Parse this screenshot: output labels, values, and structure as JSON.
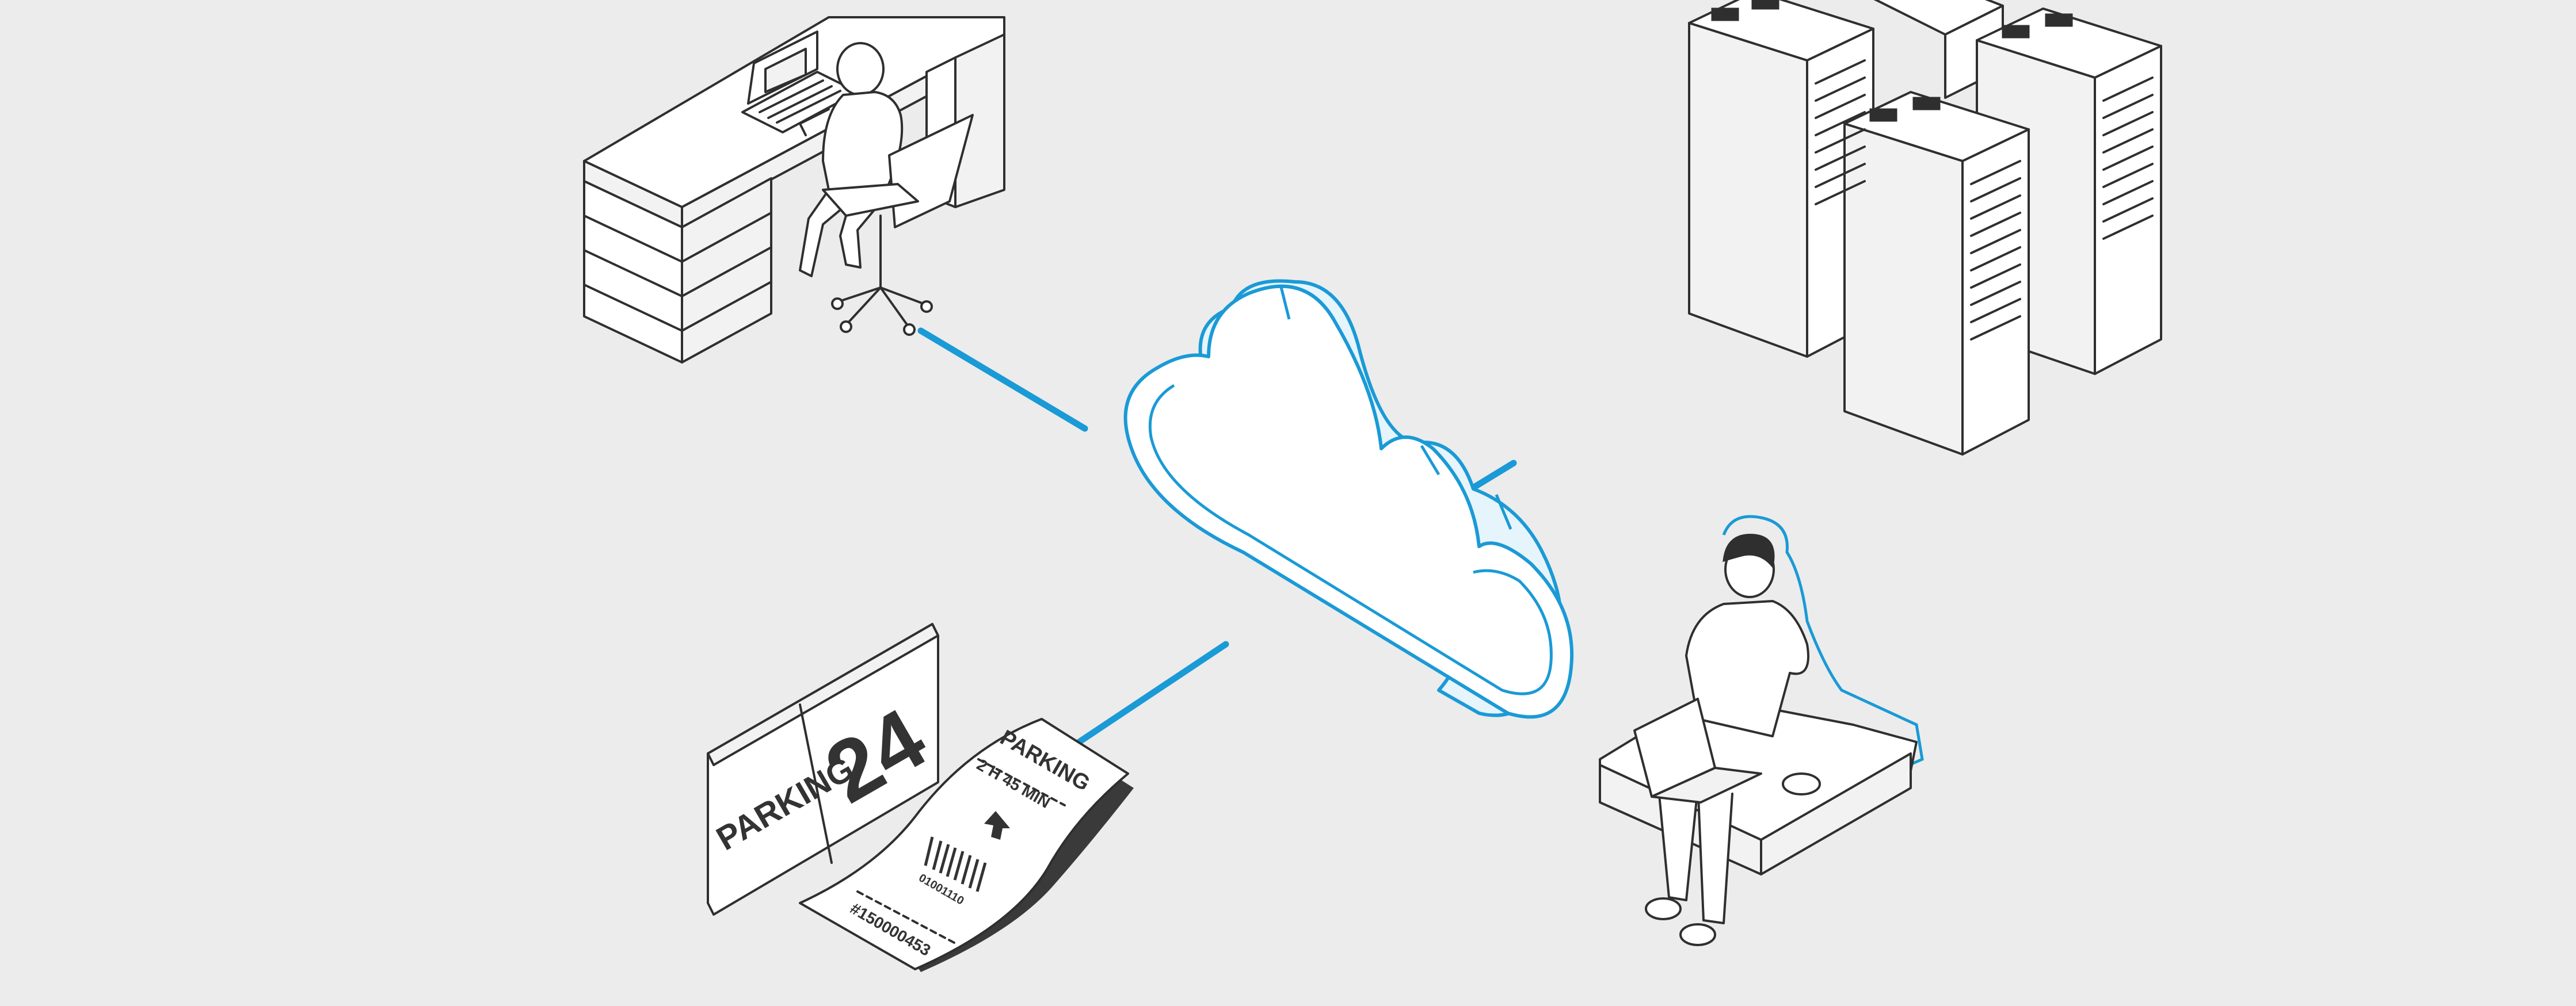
{
  "colors": {
    "background": "#ececec",
    "accent_link": "#1a9ad6",
    "line_art": "#2f2f2f"
  },
  "parking_sign": {
    "word": "PARKING",
    "number": "24"
  },
  "parking_ticket": {
    "title": "PARKING",
    "duration": "2 H 45 MIN",
    "barcode_number": "01001110",
    "ticket_id": "#150000453"
  },
  "icons": [
    "office-worker-desk-icon",
    "server-racks-icon",
    "cloud-icon",
    "parking-sign-icon",
    "parking-ticket-icon",
    "mobile-user-laptop-icon"
  ]
}
